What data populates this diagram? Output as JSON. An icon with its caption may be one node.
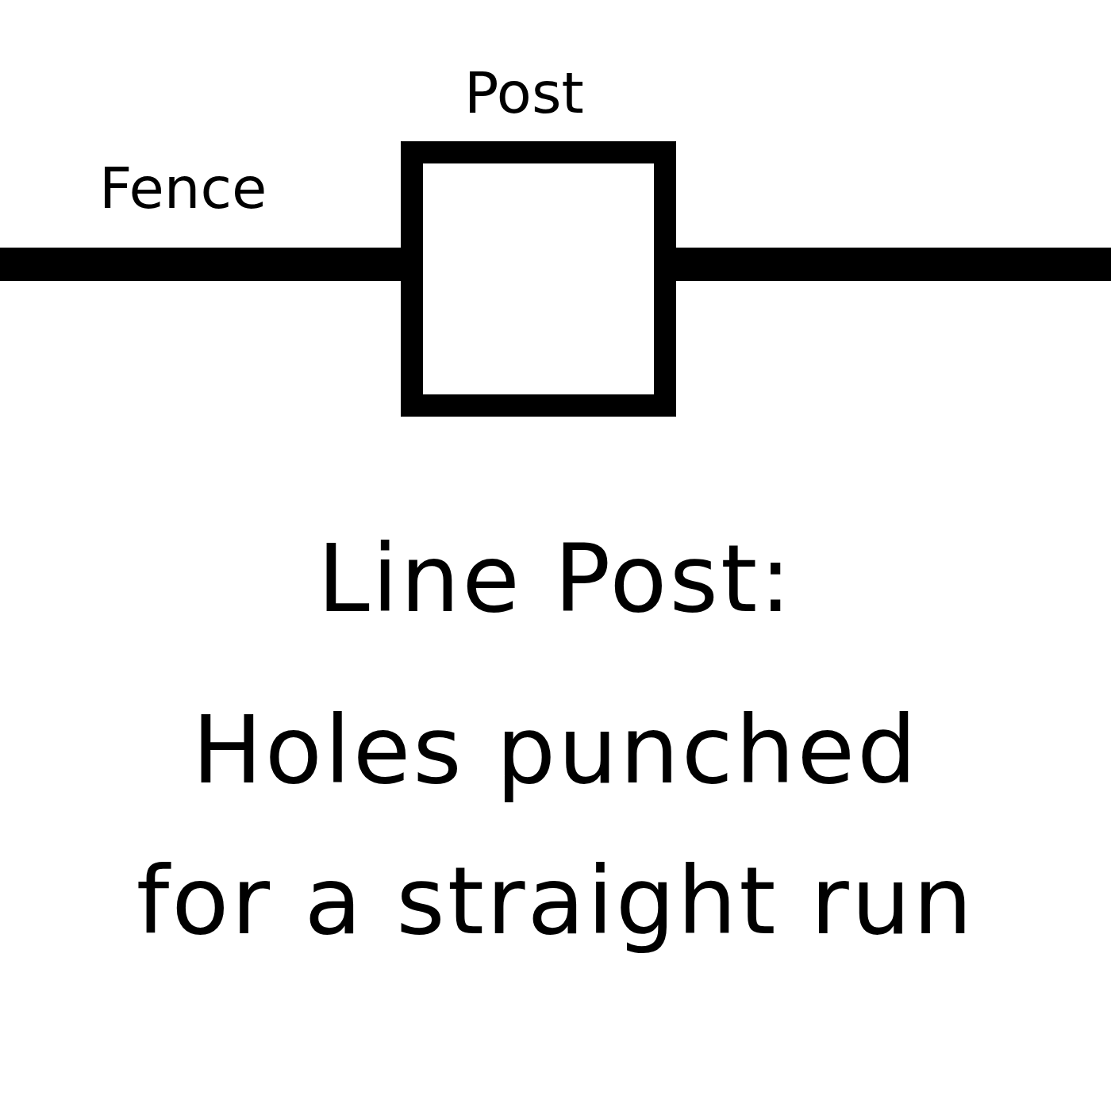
{
  "diagram": {
    "title": "Line Post:",
    "caption": "Holes punched for a straight run",
    "nodes": [
      {
        "text": [
          "Fence"
        ]
      },
      {
        "text": [
          "Post"
        ]
      },
      {
        "text": [],
        "shape": "bar"
      }
    ]
  }
}
